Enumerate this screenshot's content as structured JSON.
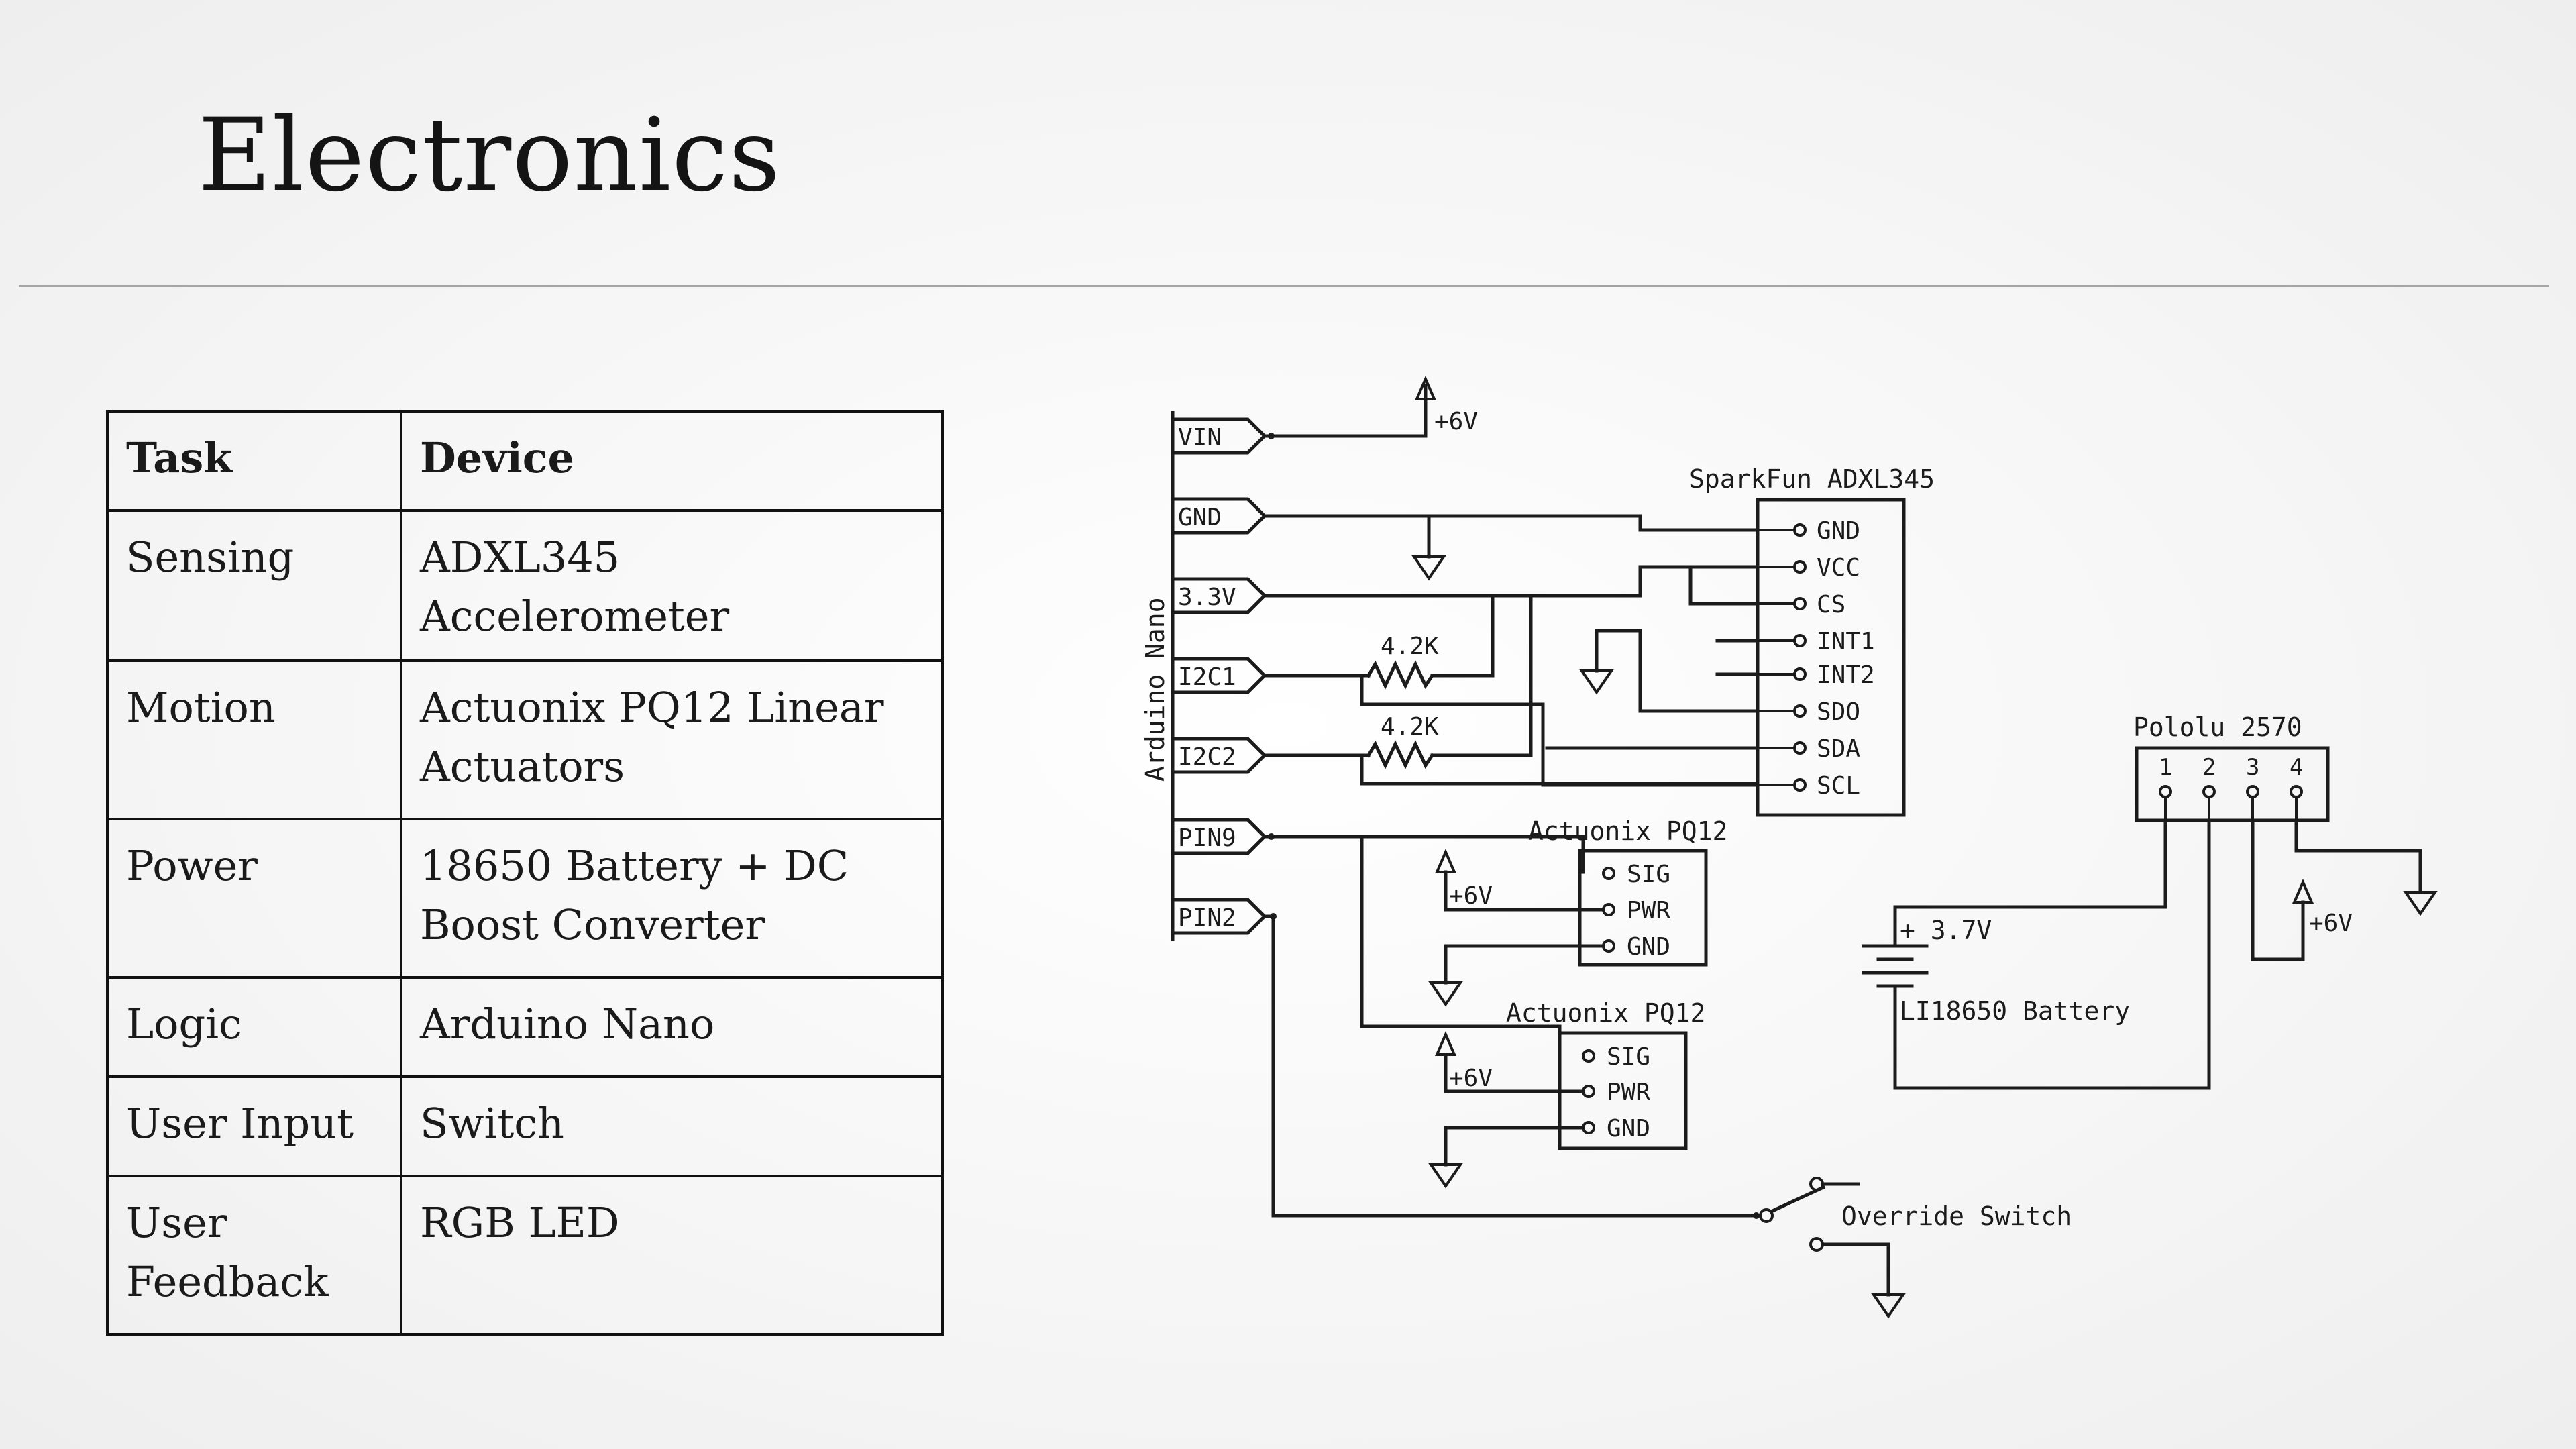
{
  "title": "Electronics",
  "table": {
    "headers": [
      "Task",
      "Device"
    ],
    "rows": [
      [
        "Sensing",
        "ADXL345 Accelerometer"
      ],
      [
        "Motion",
        "Actuonix PQ12 Linear Actuators"
      ],
      [
        "Power",
        "18650 Battery + DC Boost Converter"
      ],
      [
        "Logic",
        "Arduino Nano"
      ],
      [
        "User Input",
        "Switch"
      ],
      [
        "User Feedback",
        "RGB LED"
      ]
    ]
  },
  "schematic": {
    "arduino_label": "Arduino Nano",
    "arduino_pins": [
      "VIN",
      "GND",
      "3.3V",
      "I2C1",
      "I2C2",
      "PIN9",
      "PIN2"
    ],
    "supply_6v": "+6V",
    "resistor_value": "4.2K",
    "adxl_title": "SparkFun ADXL345",
    "adxl_pins": [
      "GND",
      "VCC",
      "CS",
      "INT1",
      "INT2",
      "SDO",
      "SDA",
      "SCL"
    ],
    "actuator_title": "Actuonix PQ12",
    "actuator_pins": [
      "SIG",
      "PWR",
      "GND"
    ],
    "pololu_title": "Pololu 2570",
    "pololu_pins": [
      "1",
      "2",
      "3",
      "4"
    ],
    "battery_plus": "+ 3.7V",
    "battery_label": "LI18650 Battery",
    "switch_label": "Override Switch"
  }
}
